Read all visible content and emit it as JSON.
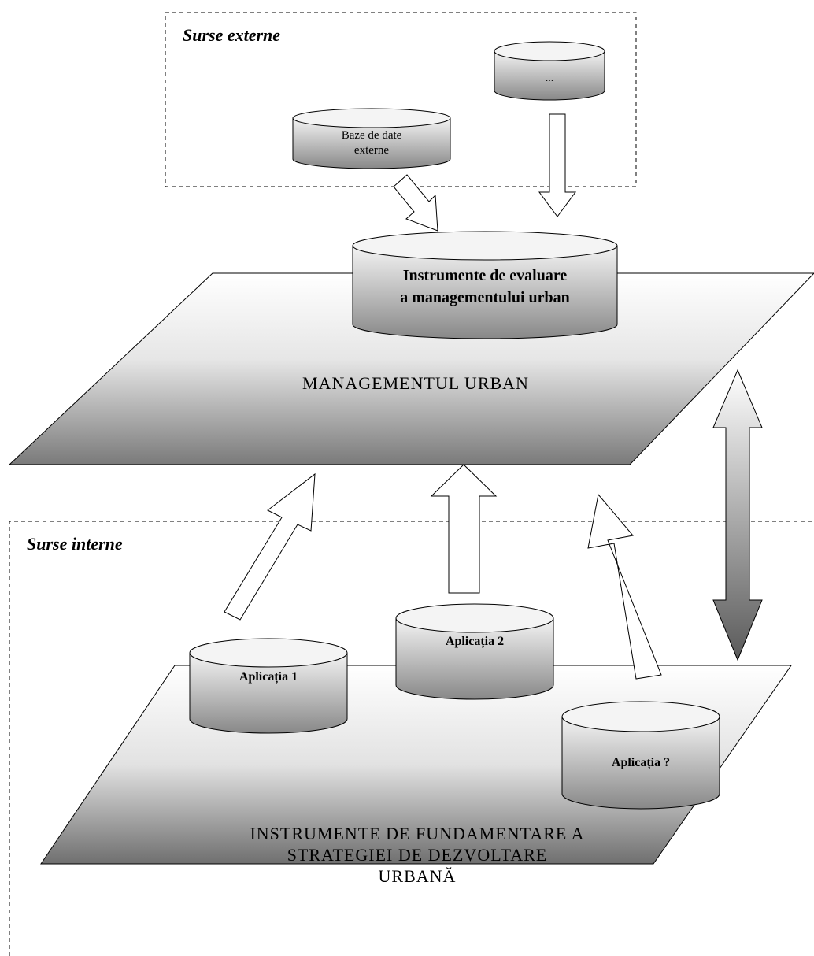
{
  "diagram": {
    "regions": {
      "external": {
        "label": "Surse externe"
      },
      "internal": {
        "label": "Surse interne"
      }
    },
    "planes": {
      "management": {
        "title": "MANAGEMENTUL URBAN"
      },
      "foundation": {
        "title_lines": [
          "INSTRUMENTE DE FUNDAMENTARE A",
          "STRATEGIEI DE DEZVOLTARE",
          "URBANĂ"
        ]
      }
    },
    "databases": {
      "external_db": {
        "lines": [
          "Baze de date",
          "externe"
        ]
      },
      "other_external": {
        "lines": [
          "..."
        ]
      },
      "evaluation": {
        "lines": [
          "Instrumente de evaluare",
          "a managementului urban"
        ]
      },
      "app1": {
        "lines": [
          "Aplicația 1"
        ]
      },
      "app2": {
        "lines": [
          "Aplicația 2"
        ]
      },
      "app3": {
        "lines": [
          "Aplicația ?"
        ]
      }
    },
    "colors": {
      "plane_light": "#ffffff",
      "plane_dark": "#7a7a7a",
      "cylinder_light": "#f4f4f4",
      "cylinder_dark": "#8a8a8a",
      "arrow_dark": "#5e5e5e"
    }
  }
}
